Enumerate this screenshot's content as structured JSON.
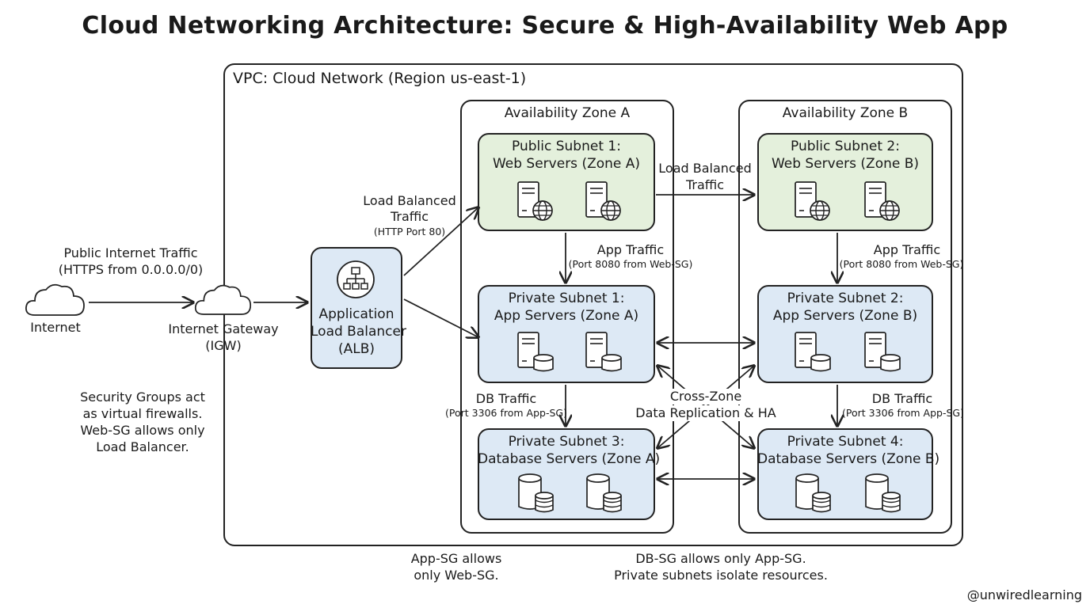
{
  "title": "Cloud Networking Architecture: Secure & High-Availability Web App",
  "vpc": {
    "label": "VPC: Cloud Network (Region us-east-1)"
  },
  "zones": [
    {
      "label": "Availability Zone A",
      "public": {
        "line1": "Public Subnet 1:",
        "line2": "Web Servers (Zone A)"
      },
      "app": {
        "line1": "Private Subnet 1:",
        "line2": "App Servers (Zone A)"
      },
      "db": {
        "line1": "Private Subnet 3:",
        "line2": "Database Servers (Zone A)"
      }
    },
    {
      "label": "Availability Zone B",
      "public": {
        "line1": "Public Subnet 2:",
        "line2": "Web Servers (Zone B)"
      },
      "app": {
        "line1": "Private Subnet 2:",
        "line2": "App Servers (Zone B)"
      },
      "db": {
        "line1": "Private Subnet 4:",
        "line2": "Database Servers (Zone B)"
      }
    }
  ],
  "internet": {
    "label": "Internet"
  },
  "igw": {
    "line1": "Internet Gateway",
    "line2": "(IGW)"
  },
  "alb": {
    "line1": "Application",
    "line2": "Load Balancer",
    "line3": "(ALB)"
  },
  "edges": {
    "public_traffic": {
      "line1": "Public Internet Traffic",
      "line2": "(HTTPS from 0.0.0.0/0)"
    },
    "lb_traffic_alb": {
      "line1": "Load Balanced",
      "line2": "Traffic",
      "detail": "(HTTP Port 80)"
    },
    "lb_traffic_cross": {
      "line1": "Load Balanced",
      "line2": "Traffic"
    },
    "app_traffic_a": {
      "line1": "App Traffic",
      "detail": "(Port 8080 from Web-SG)"
    },
    "app_traffic_b": {
      "line1": "App Traffic",
      "detail": "(Port 8080 from Web-SG)"
    },
    "db_traffic_a": {
      "line1": "DB Traffic",
      "detail": "(Port 3306 from App-SG)"
    },
    "db_traffic_b": {
      "line1": "DB Traffic",
      "detail": "(Port 3306 from App-SG)"
    },
    "replication": {
      "line1": "Cross-Zone",
      "line2": "Data Replication & HA"
    }
  },
  "notes": {
    "security_groups": [
      "Security Groups act",
      "as virtual firewalls.",
      "Web-SG allows only",
      "Load Balancer."
    ],
    "app_sg": [
      "App-SG allows",
      "only Web-SG."
    ],
    "db_sg": [
      "DB-SG allows only App-SG.",
      "Private subnets isolate resources."
    ]
  },
  "watermark": "@unwiredlearning",
  "icons": {
    "cloud": "cloud-icon",
    "web_server": "web-server-icon",
    "app_server": "app-server-icon",
    "database": "database-icon",
    "load_balancer": "load-balancer-icon"
  },
  "colors": {
    "public_subnet": "#e4f0dc",
    "private_subnet": "#dde9f5",
    "line": "#222222"
  }
}
